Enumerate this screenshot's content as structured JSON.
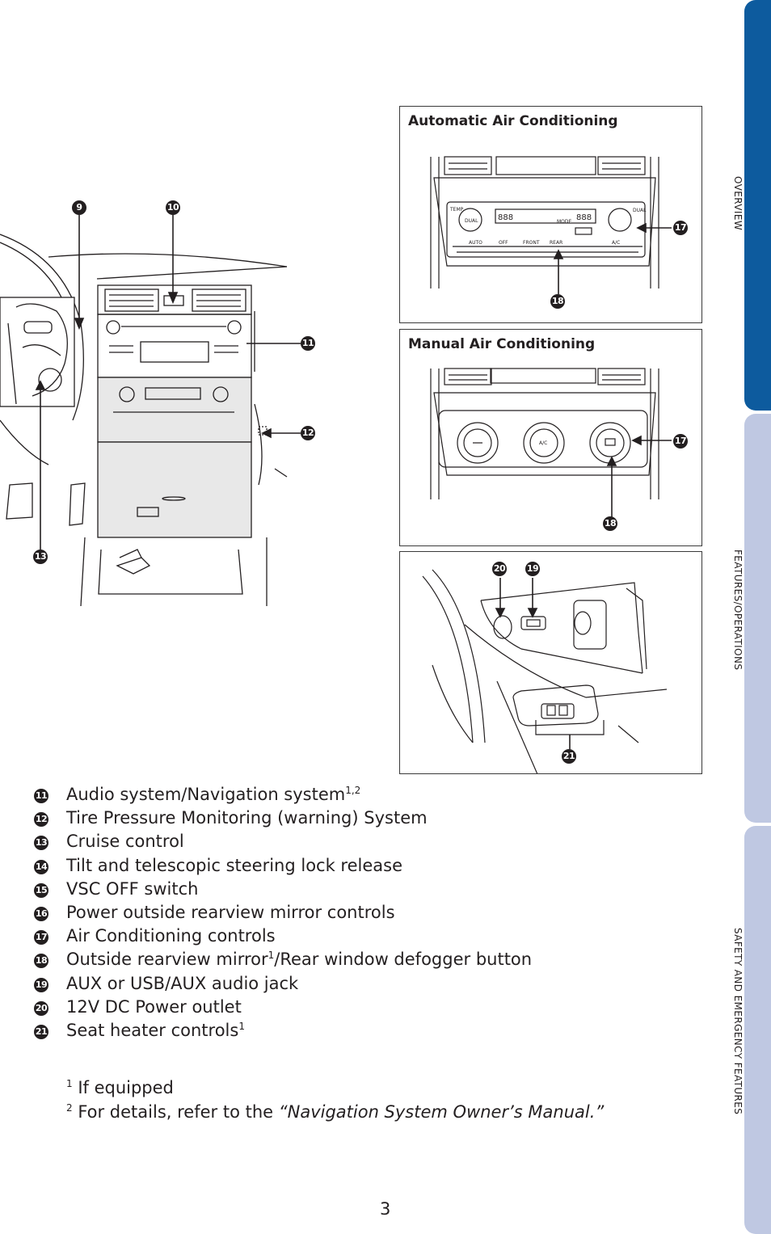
{
  "side_tabs": {
    "overview": "OVERVIEW",
    "features": "FEATURES/OPERATIONS",
    "safety": "SAFETY AND EMERGENCY FEATURES"
  },
  "main_figure": {
    "callouts": [
      "9",
      "10",
      "11",
      "12",
      "13"
    ]
  },
  "panels": {
    "auto_ac": {
      "title": "Automatic Air Conditioning",
      "callouts": [
        "17",
        "18"
      ],
      "display_text": [
        "888",
        "888"
      ],
      "labels": [
        "DUAL",
        "MODE",
        "AUTO",
        "OFF",
        "FRONT",
        "REAR",
        "A/C",
        "TEMP",
        "DUAL"
      ]
    },
    "manual_ac": {
      "title": "Manual Air Conditioning",
      "callouts": [
        "17",
        "18"
      ],
      "labels": [
        "A/C"
      ]
    },
    "console": {
      "callouts": [
        "20",
        "19",
        "21"
      ]
    }
  },
  "legend": [
    {
      "num": "11",
      "text": "Audio system/Navigation system",
      "sup": "1,2"
    },
    {
      "num": "12",
      "text": "Tire Pressure Monitoring (warning) System",
      "sup": ""
    },
    {
      "num": "13",
      "text": "Cruise control",
      "sup": ""
    },
    {
      "num": "14",
      "text": "Tilt and telescopic steering lock release",
      "sup": ""
    },
    {
      "num": "15",
      "text": "VSC OFF switch",
      "sup": ""
    },
    {
      "num": "16",
      "text": "Power outside rearview mirror controls",
      "sup": ""
    },
    {
      "num": "17",
      "text": "Air Conditioning controls",
      "sup": ""
    },
    {
      "num": "18",
      "text": "Outside rearview mirror",
      "sup": "1",
      "text_after": "/Rear window defogger button"
    },
    {
      "num": "19",
      "text": "AUX or USB/AUX audio jack",
      "sup": ""
    },
    {
      "num": "20",
      "text": "12V DC Power outlet",
      "sup": ""
    },
    {
      "num": "21",
      "text": "Seat heater controls",
      "sup": "1"
    }
  ],
  "footnotes": [
    {
      "sup": "1",
      "text": " If equipped"
    },
    {
      "sup": "2",
      "text": " For details, refer to the ",
      "emph": "“Navigation System Owner’s Manual.”"
    }
  ],
  "page_number": "3"
}
